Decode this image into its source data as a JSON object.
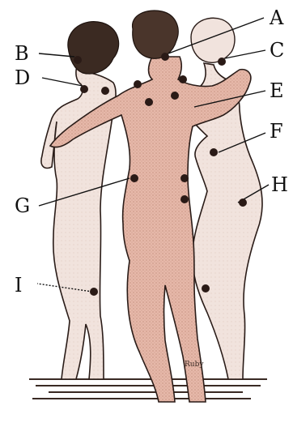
{
  "labels": [
    {
      "letter": "A"
    },
    {
      "letter": "B"
    },
    {
      "letter": "C"
    },
    {
      "letter": "D"
    },
    {
      "letter": "E"
    },
    {
      "letter": "F"
    },
    {
      "letter": "G"
    },
    {
      "letter": "H"
    },
    {
      "letter": "I"
    }
  ],
  "signature_text": "Ruby",
  "colors": {
    "figure_fill": "#efe1db",
    "center_figure_fill": "#e3b5a5",
    "outline": "#2a1c18",
    "hair": "#3b2a22",
    "point": "#2a1a16",
    "ground": "#3a2a24"
  }
}
